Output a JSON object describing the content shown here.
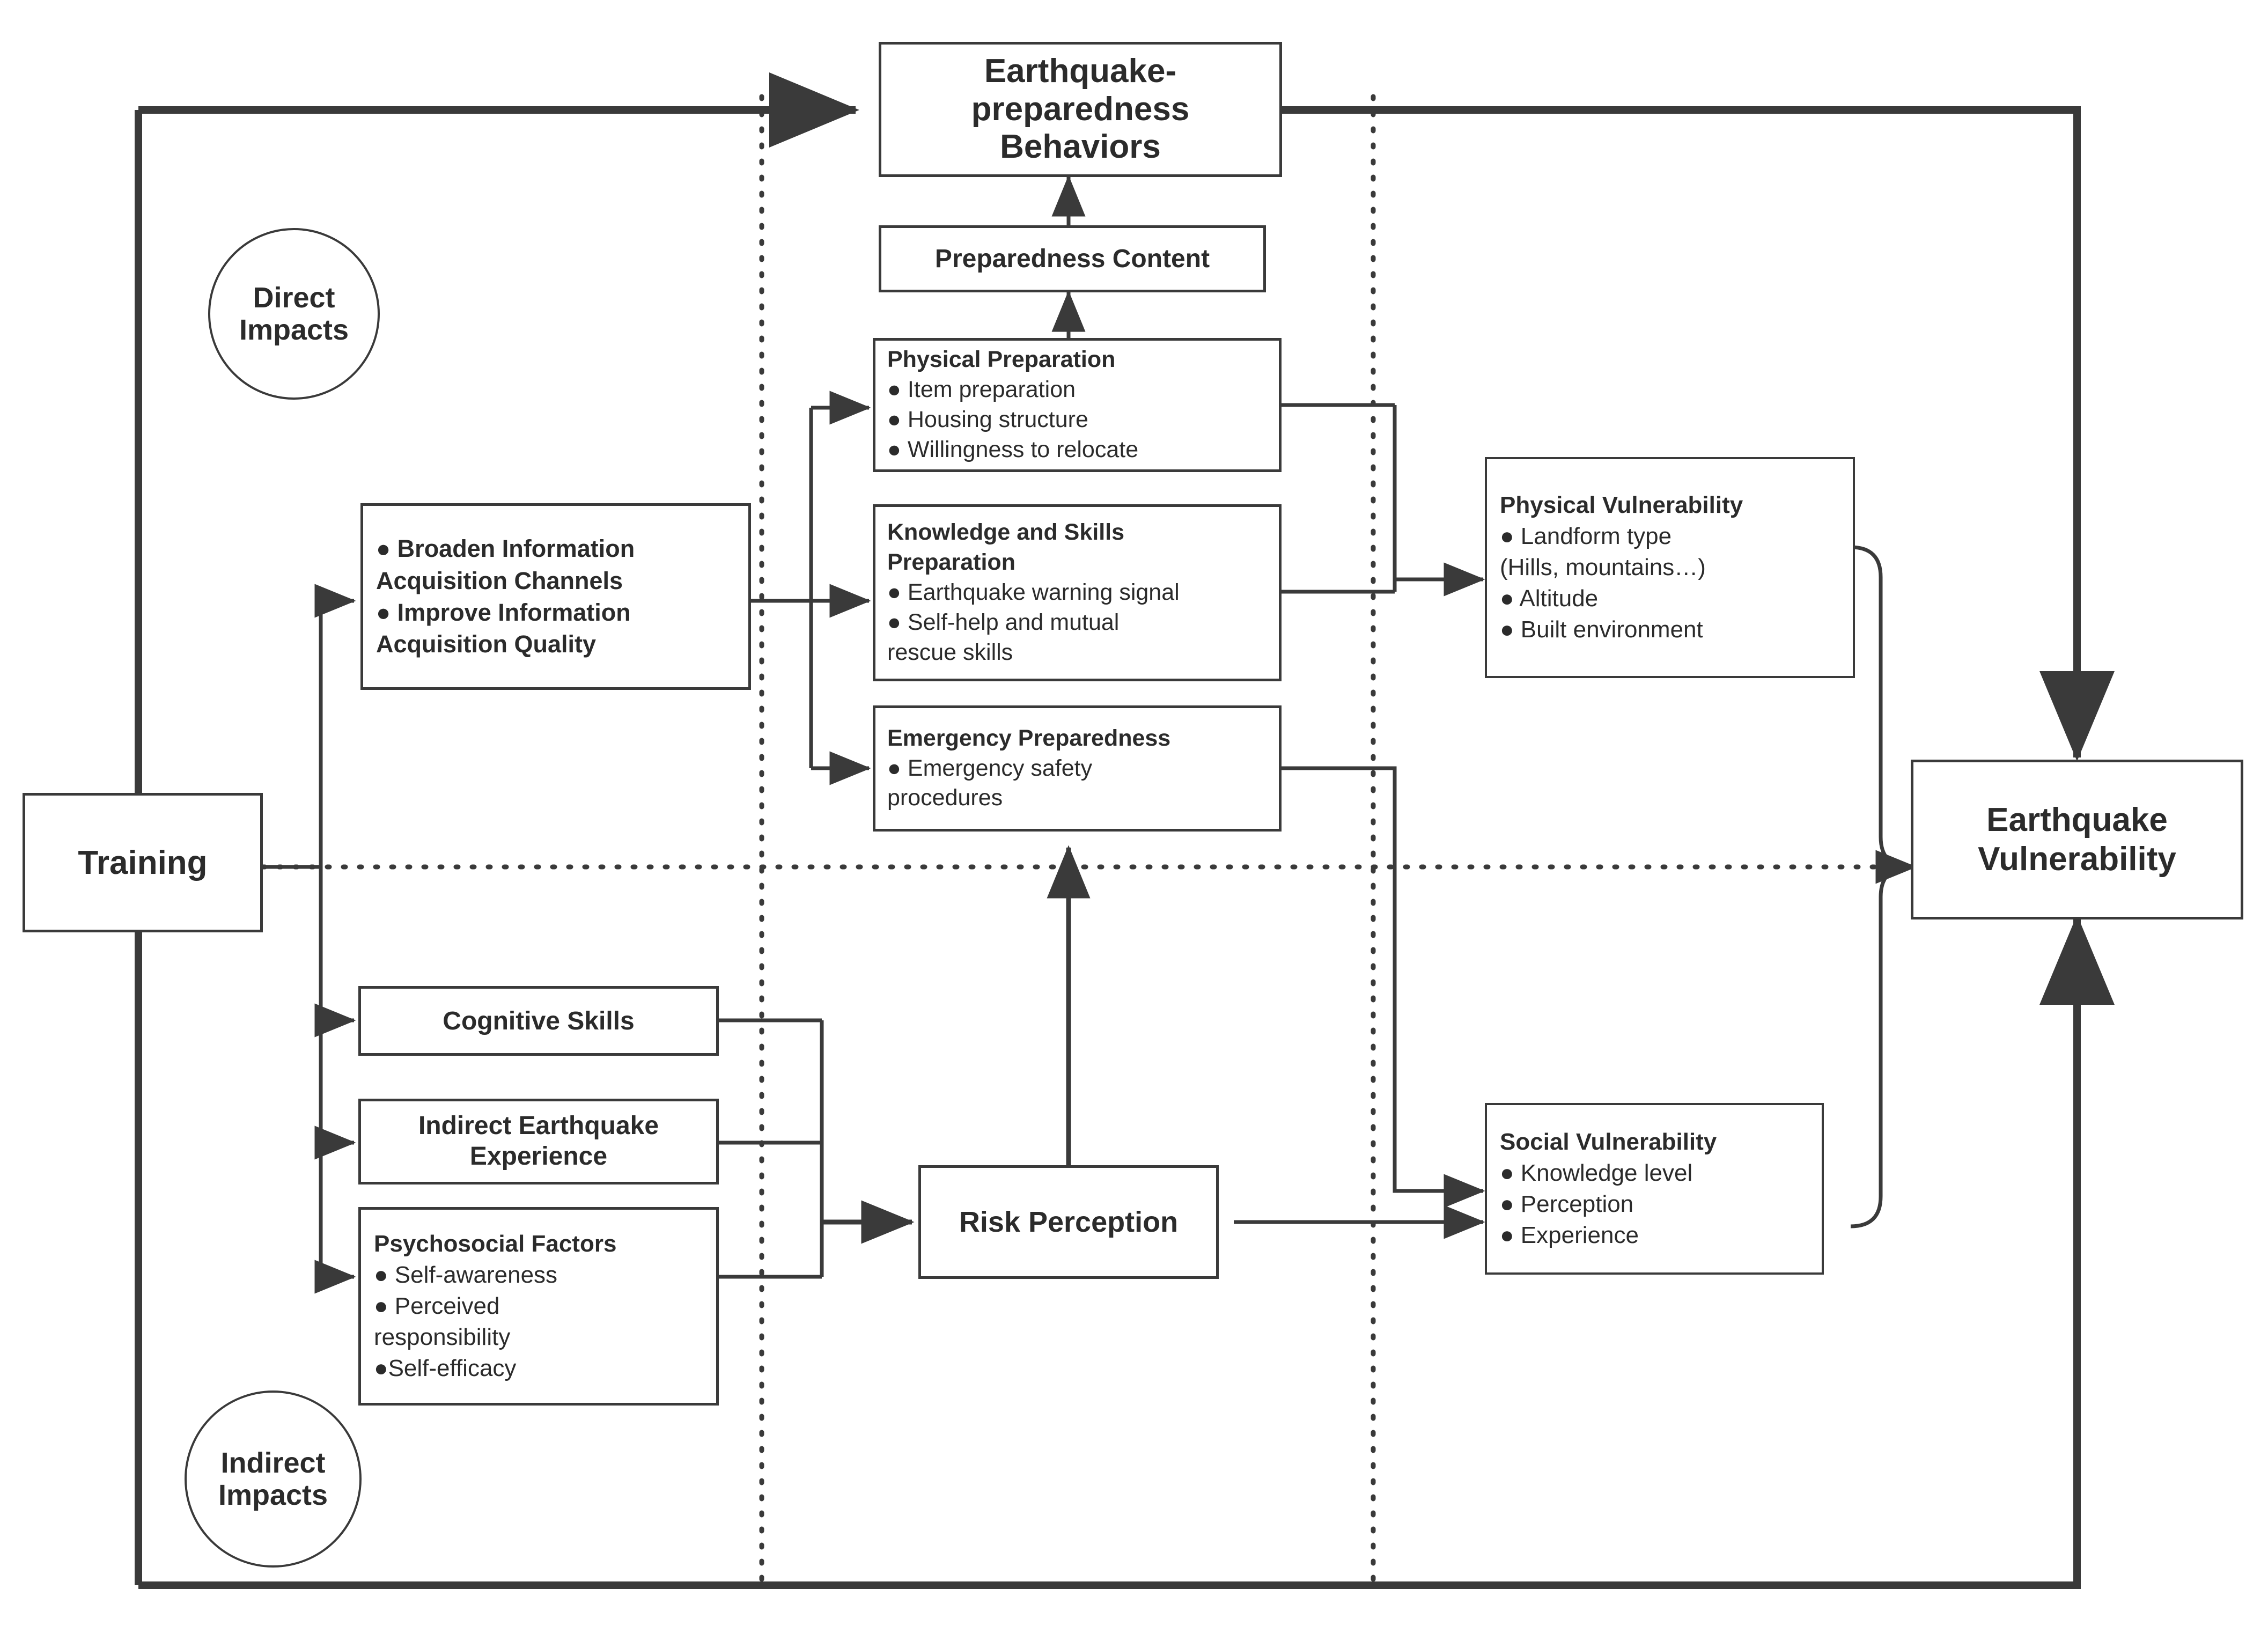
{
  "diagram": {
    "title": "Earthquake training impact pathway framework",
    "colors": {
      "stroke": "#3a3a3a",
      "text": "#2b2b2b",
      "background": "#ffffff"
    }
  },
  "annotations": {
    "direct": "Direct\nImpacts",
    "direct_line1": "Direct",
    "direct_line2": "Impacts",
    "indirect_line1": "Indirect",
    "indirect_line2": "Impacts"
  },
  "nodes": {
    "training": {
      "label": "Training"
    },
    "epb": {
      "line1": "Earthquake-",
      "line2": "preparedness",
      "line3": "Behaviors"
    },
    "prep_content": {
      "label": "Preparedness Content"
    },
    "info": {
      "items": [
        "● Broaden Information",
        "Acquisition Channels",
        "● Improve  Information",
        "Acquisition Quality"
      ]
    },
    "physical_prep": {
      "title": "Physical Preparation",
      "items": [
        "● Item preparation",
        "● Housing structure",
        "● Willingness to relocate"
      ]
    },
    "knowledge_prep": {
      "title_line1": "Knowledge and Skills",
      "title_line2": "Preparation",
      "items": [
        "● Earthquake warning signal",
        "● Self-help and mutual",
        "rescue skills"
      ]
    },
    "emergency_prep": {
      "title": "Emergency Preparedness",
      "items": [
        "● Emergency safety",
        "procedures"
      ]
    },
    "physical_vuln": {
      "title": "Physical Vulnerability",
      "items": [
        "● Landform type",
        "(Hills, mountains…)",
        "● Altitude",
        "● Built environment"
      ]
    },
    "social_vuln": {
      "title": "Social Vulnerability",
      "items": [
        "● Knowledge level",
        "● Perception",
        "● Experience"
      ]
    },
    "cognitive": {
      "label": "Cognitive Skills"
    },
    "indirect_exp": {
      "line1": "Indirect Earthquake",
      "line2": "Experience"
    },
    "psychosocial": {
      "title": "Psychosocial Factors",
      "items": [
        "● Self-awareness",
        "● Perceived",
        "responsibility",
        "●Self-efficacy"
      ]
    },
    "risk_perception": {
      "label": "Risk Perception"
    },
    "eq_vuln": {
      "line1": "Earthquake",
      "line2": "Vulnerability"
    }
  }
}
